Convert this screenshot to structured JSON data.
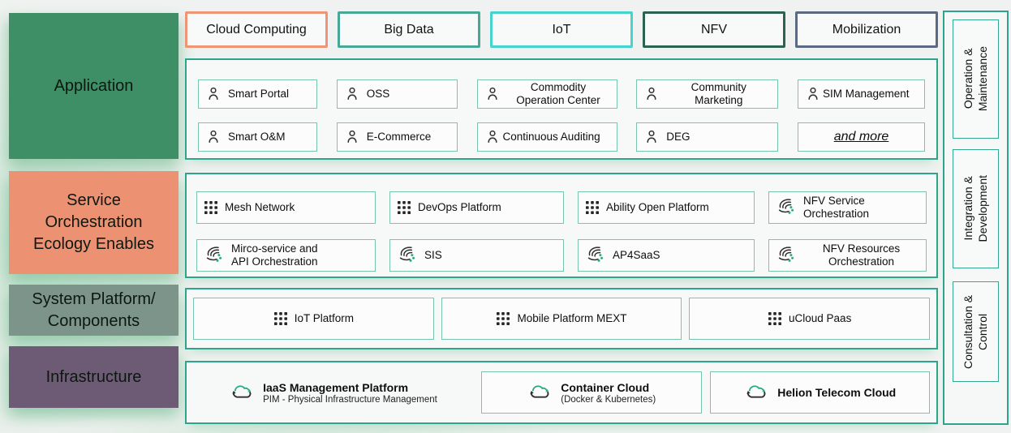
{
  "palette": {
    "page_bg": "#eff2f0",
    "section_border": "#2fa48c",
    "item_border": "#79c6ae",
    "accent_green": "#27ab85"
  },
  "tabs": [
    {
      "label": "Cloud Computing",
      "border_color": "#ef9475"
    },
    {
      "label": "Big Data",
      "border_color": "#48a795"
    },
    {
      "label": "IoT",
      "border_color": "#46d3cd"
    },
    {
      "label": "NFV",
      "border_color": "#2b6350"
    },
    {
      "label": "Mobilization",
      "border_color": "#5b6a80"
    }
  ],
  "left_column": {
    "application": {
      "label": "Application",
      "bg_color": "#3f8f66"
    },
    "service": {
      "label": "Service\nOrchestration\nEcology Enables",
      "bg_color": "#ec9273"
    },
    "system": {
      "label": "System Platform/\nComponents",
      "bg_color": "#7d948a"
    },
    "infrastructure": {
      "label": "Infrastructure",
      "bg_color": "#6d5b75"
    }
  },
  "application_section": {
    "row1": [
      {
        "label": "Smart Portal",
        "icon": "person-icon"
      },
      {
        "label": "OSS",
        "icon": "person-icon"
      },
      {
        "label": "Commodity\nOperation Center",
        "icon": "person-icon"
      },
      {
        "label": "Community\nMarketing",
        "icon": "person-icon"
      },
      {
        "label": "SIM Management",
        "icon": "person-icon"
      }
    ],
    "row2": [
      {
        "label": "Smart O&M",
        "icon": "person-icon"
      },
      {
        "label": "E-Commerce",
        "icon": "person-icon"
      },
      {
        "label": "Continuous Auditing",
        "icon": "person-icon"
      },
      {
        "label": "DEG",
        "icon": "person-icon"
      },
      {
        "label": "and more",
        "icon": "none"
      }
    ]
  },
  "service_section": {
    "row1": [
      {
        "label": "Mesh Network",
        "icon": "grid-icon"
      },
      {
        "label": "DevOps Platform",
        "icon": "grid-icon"
      },
      {
        "label": "Ability Open Platform",
        "icon": "grid-icon"
      },
      {
        "label": "NFV Service\nOrchestration",
        "icon": "swirl-icon"
      }
    ],
    "row2": [
      {
        "label": "Mirco-service and\nAPI Orchestration",
        "icon": "swirl-icon"
      },
      {
        "label": "SIS",
        "icon": "swirl-icon"
      },
      {
        "label": "AP4SaaS",
        "icon": "swirl-icon"
      },
      {
        "label": "NFV Resources\nOrchestration",
        "icon": "swirl-icon"
      }
    ]
  },
  "system_section": {
    "items": [
      {
        "label": "IoT Platform",
        "icon": "grid-icon"
      },
      {
        "label": "Mobile Platform MEXT",
        "icon": "grid-icon"
      },
      {
        "label": "uCloud Paas",
        "icon": "grid-icon"
      }
    ]
  },
  "infrastructure_section": {
    "items": [
      {
        "title": "IaaS Management Platform",
        "subtitle": "PIM - Physical Infrastructure Management",
        "icon": "cloud-sync-icon"
      },
      {
        "title": "Container Cloud",
        "subtitle": "(Docker & Kubernetes)",
        "icon": "cloud-sync-icon"
      },
      {
        "title": "Helion Telecom Cloud",
        "subtitle": "",
        "icon": "cloud-sync-icon"
      }
    ]
  },
  "right_rail": {
    "items": [
      {
        "label": "Operation &\nMaintenance"
      },
      {
        "label": "Integration &\nDevelopment"
      },
      {
        "label": "Consultation & Control"
      }
    ]
  }
}
